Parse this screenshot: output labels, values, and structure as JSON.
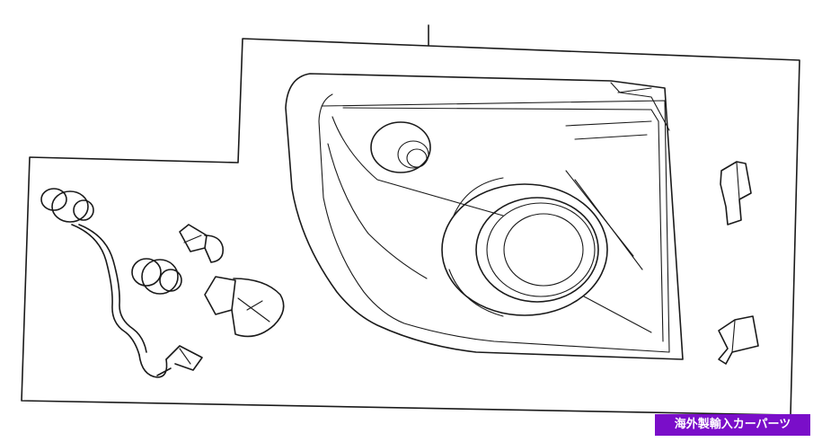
{
  "watermark": {
    "text": "海外製輸入カーパーツ",
    "background": "#7a0ec9",
    "color": "#ffffff"
  },
  "diagram": {
    "background": "#ffffff",
    "line_color": "#1a1a1a",
    "parts": [
      {
        "name": "tail-lamp-housing"
      },
      {
        "name": "bulb-socket-wiring-harness"
      },
      {
        "name": "small-bulb"
      },
      {
        "name": "large-bulb"
      },
      {
        "name": "mounting-bracket-upper"
      },
      {
        "name": "mounting-bracket-lower"
      }
    ]
  }
}
